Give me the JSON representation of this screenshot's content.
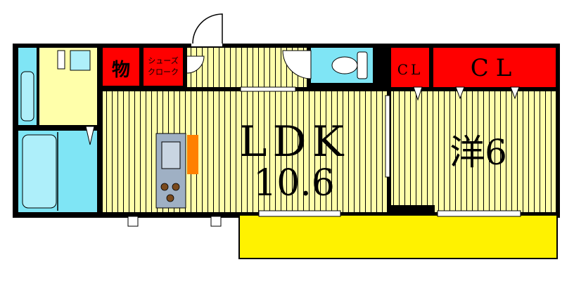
{
  "rooms": {
    "ldk": {
      "label": "LDK",
      "size": "10.6"
    },
    "western": {
      "label": "洋6"
    },
    "storage": {
      "label": "物"
    },
    "shoe_cloak": {
      "line1": "シューズ",
      "line2": "クローク"
    },
    "closet_small": {
      "label": "CL"
    },
    "closet_large": {
      "label": "CL"
    }
  },
  "colors": {
    "floor_yellow": "#FFFFAA",
    "wall_black": "#000000",
    "wet_cyan": "#7FE5F5",
    "closet_red": "#FF0000",
    "balcony_yellow": "#FFF200",
    "stove_orange": "#FF8000",
    "sink_gray": "#9FB0C4"
  }
}
